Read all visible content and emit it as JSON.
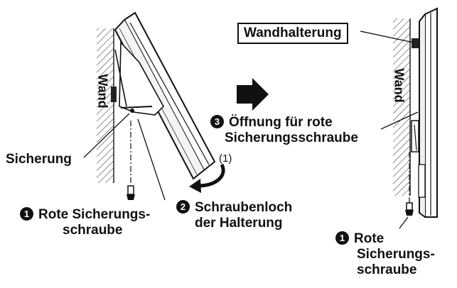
{
  "left": {
    "wall_label": "Wand",
    "sicherung_label": "Sicherung",
    "screw_callout_number": "1",
    "screw_callout_line1": "Rote Sicherungs-",
    "screw_callout_line2": "schraube",
    "hole_callout_number": "2",
    "hole_callout_line1": "Schraubenloch",
    "hole_callout_line2": "der Halterung",
    "rotation_label": "(1)"
  },
  "right": {
    "bracket_label": "Wandhalterung",
    "wall_label": "Wand",
    "opening_callout_number": "3",
    "opening_callout_line1": "Öffnung für rote",
    "opening_callout_line2": "Sicherungsschraube",
    "screw_callout_number": "1",
    "screw_callout_line1": "Rote",
    "screw_callout_line2": "Sicherungs-",
    "screw_callout_line3": "schraube"
  }
}
